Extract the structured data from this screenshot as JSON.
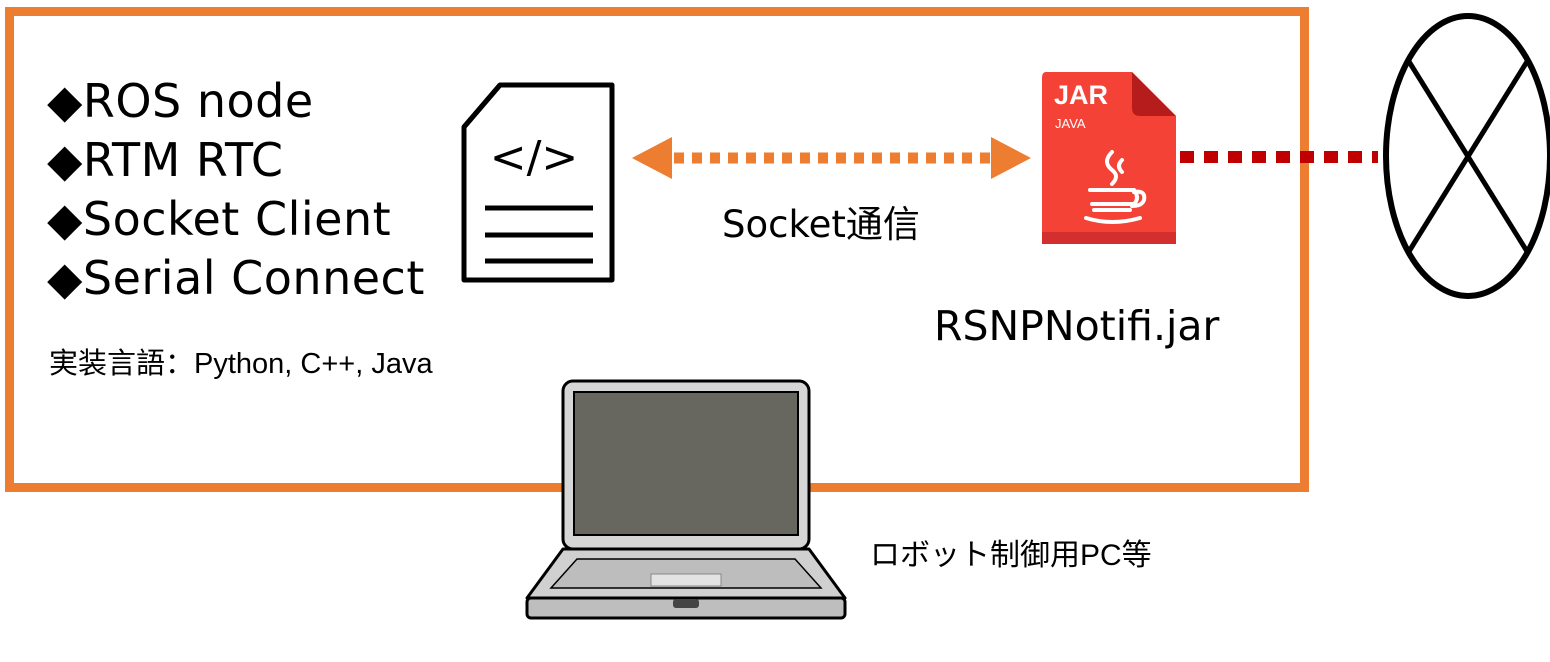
{
  "features": [
    "◆ROS node",
    "◆RTM RTC",
    "◆Socket Client",
    "◆Serial Connect"
  ],
  "language_line": "実装言語：Python, C++, Java",
  "socket_label": "Socket通信",
  "jar_icon": {
    "badge": "JAR",
    "sub": "JAVA"
  },
  "jar_filename": "RSNPNotifi.jar",
  "pc_caption": "ロボット制御用PC等",
  "colors": {
    "frame": "#ED7D31",
    "arrow": "#ED7D31",
    "jar_red": "#F44336",
    "dotted_link": "#C00000",
    "laptop_screen": "#676760",
    "laptop_body": "#D0D0D0"
  },
  "icons": [
    "code-file-icon",
    "jar-file-icon",
    "laptop-icon",
    "network-node-icon"
  ]
}
